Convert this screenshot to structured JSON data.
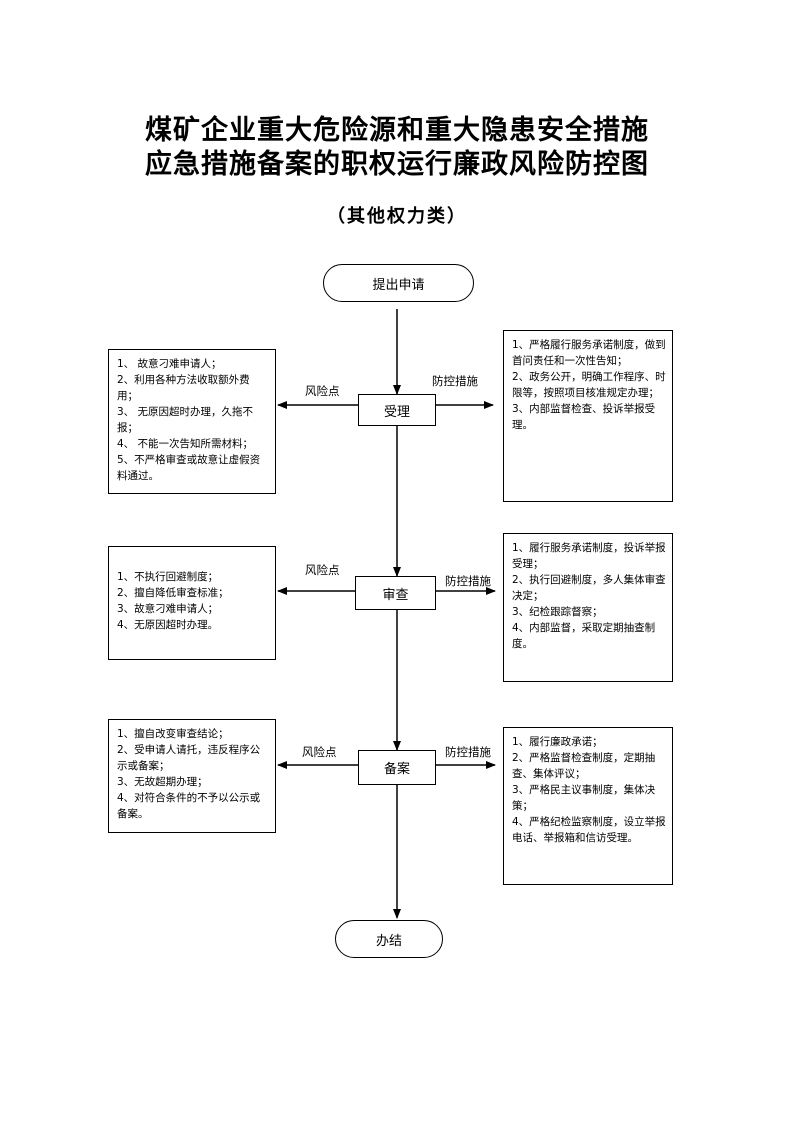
{
  "title": {
    "line1": "煤矿企业重大危险源和重大隐患安全措施",
    "line2": "应急措施备案的职权运行廉政风险防控图",
    "category": "（其他权力类）"
  },
  "start": "提出申请",
  "end": "办结",
  "risk_label": "风险点",
  "control_label": "防控措施",
  "steps": [
    {
      "name": "受理",
      "risks": [
        "1、  故意刁难申请人；",
        "2、利用各种方法收取额外费用；",
        "3、  无原因超时办理，久拖不报；",
        "4、  不能一次告知所需材料；",
        "5、不严格审查或故意让虚假资料通过。"
      ],
      "controls": [
        "1、严格履行服务承诺制度，做到首问责任和一次性告知；",
        "2、政务公开，明确工作程序、时限等，按照项目核准规定办理；",
        "3、内部监督检查、投诉举报受理。"
      ]
    },
    {
      "name": "审查",
      "risks": [
        "1、不执行回避制度；",
        "2、擅自降低审查标准；",
        "3、故意刁难申请人；",
        "4、无原因超时办理。"
      ],
      "controls": [
        "1、履行服务承诺制度，投诉举报受理；",
        "2、执行回避制度，多人集体审查决定；",
        "3、纪检跟踪督察；",
        "4、内部监督，采取定期抽查制度。"
      ]
    },
    {
      "name": "备案",
      "risks": [
        "1、擅自改变审查结论；",
        "2、受申请人请托，违反程序公示或备案；",
        "3、无故超期办理；",
        "4、对符合条件的不予以公示或备案。"
      ],
      "controls": [
        "1、履行廉政承诺；",
        "2、严格监督检查制度，定期抽查、集体评议；",
        "3、严格民主议事制度，集体决策；",
        "4、严格纪检监察制度，设立举报电话、举报箱和信访受理。"
      ]
    }
  ]
}
